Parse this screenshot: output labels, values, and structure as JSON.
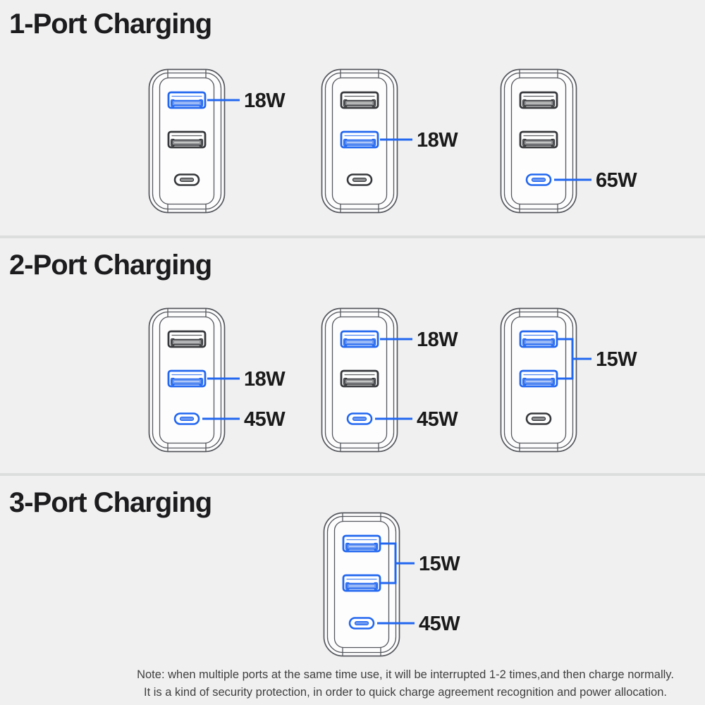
{
  "colors": {
    "background": "#f0f0f1",
    "accent_blue": "#2267f0",
    "accent_blue_light": "#6d99f2",
    "outline_gray": "#55575c",
    "port_idle_gray": "#36383b",
    "port_idle_gray_light": "#909294",
    "divider_gray": "#dcdddd",
    "title_black": "#1c1c1e",
    "label_black": "#1a1a1a",
    "note_gray": "#3f3f3f"
  },
  "sections": [
    {
      "title": "1-Port Charging",
      "chargers": [
        {
          "ports": {
            "usb_a1": "active",
            "usb_a2": "idle",
            "usb_c": "idle"
          },
          "labels": [
            {
              "text": "18W",
              "port": "a1"
            }
          ]
        },
        {
          "ports": {
            "usb_a1": "idle",
            "usb_a2": "active",
            "usb_c": "idle"
          },
          "labels": [
            {
              "text": "18W",
              "port": "a2"
            }
          ]
        },
        {
          "ports": {
            "usb_a1": "idle",
            "usb_a2": "idle",
            "usb_c": "active"
          },
          "labels": [
            {
              "text": "65W",
              "port": "c"
            }
          ]
        }
      ]
    },
    {
      "title": "2-Port Charging",
      "chargers": [
        {
          "ports": {
            "usb_a1": "idle",
            "usb_a2": "active",
            "usb_c": "active"
          },
          "labels": [
            {
              "text": "18W",
              "port": "a2"
            },
            {
              "text": "45W",
              "port": "c"
            }
          ]
        },
        {
          "ports": {
            "usb_a1": "active",
            "usb_a2": "idle",
            "usb_c": "active"
          },
          "labels": [
            {
              "text": "18W",
              "port": "a1"
            },
            {
              "text": "45W",
              "port": "c"
            }
          ]
        },
        {
          "ports": {
            "usb_a1": "active",
            "usb_a2": "active",
            "usb_c": "idle"
          },
          "labels": [
            {
              "text": "15W",
              "port": "a1a2"
            }
          ]
        }
      ]
    },
    {
      "title": "3-Port Charging",
      "chargers": [
        {
          "ports": {
            "usb_a1": "active",
            "usb_a2": "active",
            "usb_c": "active"
          },
          "labels": [
            {
              "text": "15W",
              "port": "a1a2"
            },
            {
              "text": "45W",
              "port": "c"
            }
          ]
        }
      ]
    }
  ],
  "note": {
    "line1": "Note: when multiple ports at the same time use, it will be interrupted 1-2 times,and then charge normally.",
    "line2": "It is a kind of security protection, in order to quick charge agreement recognition and power allocation."
  }
}
